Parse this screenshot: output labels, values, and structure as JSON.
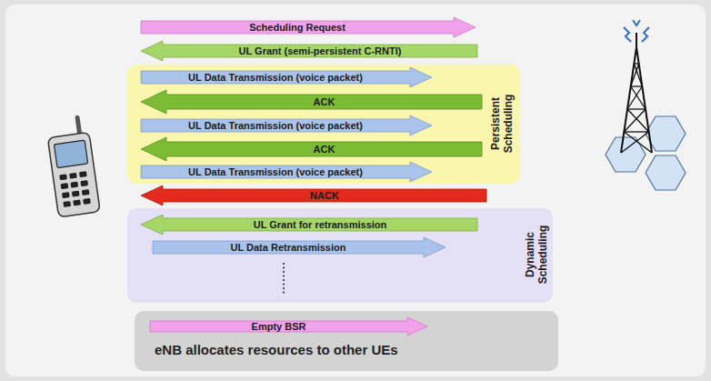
{
  "diagram": {
    "nodes": [
      {
        "text": [
          "Scheduling Request"
        ]
      },
      {
        "text": [
          "UL Grant (semi-persistent C-RNTI)"
        ]
      },
      {
        "text": [
          "Persistent Scheduling"
        ]
      },
      {
        "text": [
          "UL Data Transmission (voice packet)"
        ],
        "in": 2
      },
      {
        "text": [
          "ACK"
        ],
        "in": 2
      },
      {
        "text": [
          "UL Data Transmission (voice packet)"
        ],
        "in": 2
      },
      {
        "text": [
          "ACK"
        ],
        "in": 2
      },
      {
        "text": [
          "UL Data Transmission (voice packet)"
        ],
        "in": 2
      },
      {
        "text": [
          "NACK"
        ]
      },
      {
        "text": [
          "Dynamic Scheduling"
        ]
      },
      {
        "text": [
          "UL Grant for retransmission"
        ],
        "in": 9
      },
      {
        "text": [
          "UL Data Retransmission"
        ],
        "in": 9
      },
      {
        "text": [
          "eNB allocates resources to other UEs"
        ]
      },
      {
        "text": [
          "Empty BSR"
        ],
        "in": 12
      }
    ]
  }
}
